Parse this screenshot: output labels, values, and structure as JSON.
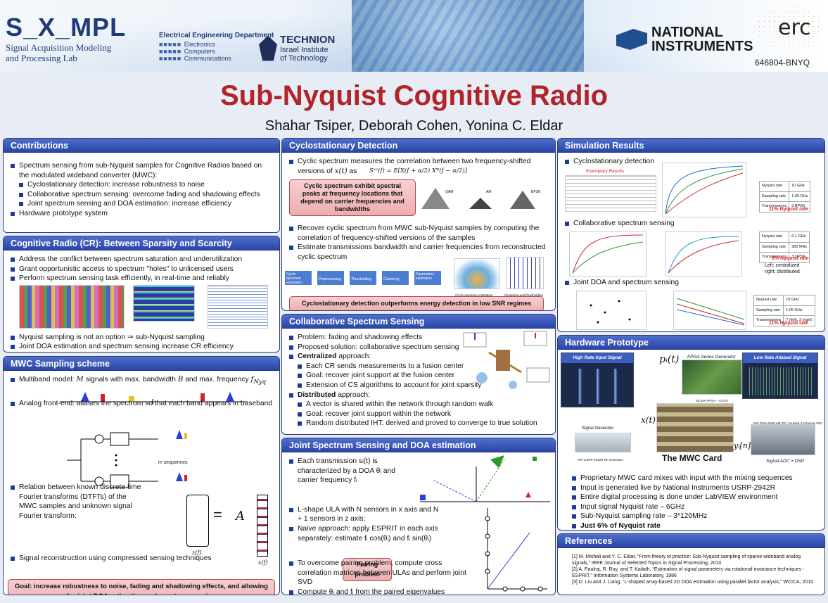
{
  "header": {
    "sampl_logo_main": "S_X_MPL",
    "sampl_logo_sub1": "Signal Acquisition Modeling",
    "sampl_logo_sub2": "and Processing Lab",
    "ee_title": "Electrical Engineering Department",
    "ee_items": [
      "Electronics",
      "Computers",
      "Communications"
    ],
    "technion_name": "TECHNION",
    "technion_sub1": "Israel Institute",
    "technion_sub2": "of Technology",
    "ni_line1": "NATIONAL",
    "ni_line2": "INSTRUMENTS",
    "erc_text": "erc",
    "erc_code": "646804-BNYQ"
  },
  "title": "Sub-Nyquist Cognitive Radio",
  "authors": "Shahar Tsiper, Deborah Cohen, Yonina C. Eldar",
  "contributions": {
    "heading": "Contributions",
    "items": [
      "Spectrum sensing from sub-Nyquist samples for Cognitive Radios based on the modulated wideband converter (MWC):",
      "Hardware prototype system"
    ],
    "subitems": [
      "Cyclostationary detection: increase robustness to noise",
      "Collaborative spectrum sensing: overcome fading and shadowing effects",
      "Joint spectrum sensing and DOA estimation: increase efficiency"
    ]
  },
  "cognitive": {
    "heading": "Cognitive Radio (CR): Between Sparsity and Scarcity",
    "items": [
      "Address the conflict between spectrum saturation and underutilization",
      "Grant opportunistic  access to spectrum \"holes\" to unlicensed users",
      "Perform spectrum sensing task efficiently, in real-time and reliably"
    ],
    "items2": [
      "Nyquist sampling is not an option ⇒ sub-Nyquist sampling",
      "Joint DOA estimation and spectrum sensing increase CR efficiency"
    ]
  },
  "mwc": {
    "heading": "MWC Sampling scheme",
    "item1_pre": "Multiband model: ",
    "item1_m": "M",
    "item1_mid": " signals  with max. bandwidth ",
    "item1_b": "B",
    "item1_post": " and max. frequency ",
    "item1_f": "f",
    "item1_fsub": "Nyq",
    "item2": "Analog front-end: aliases the spectrum so that each band appears in baseband",
    "m_sequences": "m sequences",
    "item3": "Relation between known discrete time Fourier transforms (DTFTs) of the MWC samples and unknown signal Fourier transform:",
    "eq_A": "A",
    "eq_equals": "=",
    "eq_zf": "z(f)",
    "eq_xf": "x(f)",
    "item4": "Signal reconstruction using compressed sensing techniques",
    "goal_label": "Goal:",
    "goal_text": " increase robustness to noise, fading and shadowing effects, and allowing for joint DOA estimation and spectrum sensing"
  },
  "cyclo": {
    "heading": "Cyclostationary Detection",
    "item1_pre": "Cyclic spectrum measures the correlation between two frequency-shifted versions of ",
    "item1_x": "x(t)",
    "item1_post": " as",
    "formula": "Sˣᵃ(f) = E[X(f + α/2) X*(f − α/2)]",
    "box1": "Cyclic spectrum exhibit spectral peaks at frequency locations that depend on carrier frequencies and bandwidths",
    "fig_labels": [
      "QAM",
      "AM",
      "BPSK"
    ],
    "items": [
      "Recover cyclic spectrum from MWC sub-Nyquist samples by computing the correlation of frequency-shifted versions of the samples",
      "Estimate transmissions bandwidth and carrier frequencies from reconstructed cyclic spectrum"
    ],
    "flow": [
      "Cyclic spectrum estimation",
      "Preprocessing",
      "Thresholding",
      "Clustering",
      "Parameters estimation"
    ],
    "cap1": "Cyclic spectrum estimation",
    "cap2": "Clustering and thresholding",
    "box2": "Cyclostationary detection outperforms energy detection in low SNR regimes"
  },
  "collab": {
    "heading": "Collaborative Spectrum Sensing",
    "items": [
      "Problem: fading and shadowing effects",
      "Proposed solution: collaborative spectrum sensing"
    ],
    "central": "Centralized",
    "central_post": " approach:",
    "central_sub": [
      "Each CR sends measurements to a fusion center",
      "Goal: recover joint support at the fusion center",
      "Extension of  CS algorithms to account for joint sparsity"
    ],
    "dist": "Distributed",
    "dist_post": " approach:",
    "dist_sub": [
      "A vector is shared within the network through random walk",
      "Goal: recover joint support within the network",
      "Random distributed IHT: derived and proved to converge to true solution"
    ]
  },
  "joint": {
    "heading": "Joint Spectrum Sensing and DOA estimation",
    "item1": "Each transmission sᵢ(t) is characterized by a DOA θᵢ and carrier frequency fᵢ",
    "item2": "L-shape ULA with N sensors in x axis and N + 1 sensors in z axis:",
    "item3": "Naive approach: apply ESPRIT in each axis separately: estimate fᵢ cos(θᵢ) and fᵢ sin(θᵢ)",
    "pairing": "Pairing problem",
    "item4": "To overcome  pairing problem, compute cross correlation matrices between ULAs and perform joint SVD",
    "item5": "Compute θᵢ and fᵢ from the paired eigenvalues"
  },
  "sim": {
    "heading": "Simulation Results",
    "items": [
      "Cyclostationary detection",
      "Collaborative spectrum sensing",
      "Joint DOA and spectrum sensing"
    ],
    "exemplary": "Exemplary Results",
    "tbl1": [
      [
        "Nyquist rate",
        "10 GHz"
      ],
      [
        "Sampling rate",
        "1.09 GHz"
      ],
      [
        "Transmissions",
        "3 BPSK"
      ]
    ],
    "tbl1_note": "11% Nyquist rate",
    "tbl2": [
      [
        "Nyquist rate",
        "6.1 GHz"
      ],
      [
        "Sampling rate",
        "360 MHz"
      ],
      [
        "Transmissions",
        "3 QPSK"
      ]
    ],
    "tbl2_note": "6% Nyquist rate",
    "tbl2_note2": "Left: centralized",
    "tbl2_note3": "right: distributed",
    "tbl3": [
      [
        "Nyquist rate",
        "10 GHz"
      ],
      [
        "Sampling rate",
        "1.05 GHz"
      ],
      [
        "Transmissions",
        "7 (left), 3 (right)"
      ]
    ],
    "tbl3_note": "11% Nyquist rate"
  },
  "hw": {
    "heading": "Hardware Prototype",
    "lbl_high": "High Rate Input Signal",
    "lbl_fpga": "FPGA Series Generator",
    "lbl_fpga2": "XILINX FPGA – VC707",
    "lbl_low": "Low Rate Aliased Signal",
    "lbl_pi": "pᵢ(t)",
    "lbl_x": "x(t)",
    "lbl_y": "yᵢ[n]",
    "lbl_siggen": "Signal Generator",
    "lbl_usrp": "NI® USRP-2942R RF Generator",
    "lbl_card": "The MWC Card",
    "lbl_adc": "NI® PXIe-5166 with DC Coupled 4-Channel ADC",
    "lbl_adc2": "Signal ADC + DSP",
    "items": [
      "Proprietary MWC card mixes with input with the mixing sequences",
      "Input is generated live by National Instruments USRP-2942R",
      "Entire digital processing is done under LabVIEW environment",
      "Input signal Nyquist rate – 6GHz",
      "Sub-Nyquist sampling rate – 3*120MHz",
      "Just 6% of Nyquist rate"
    ]
  },
  "refs": {
    "heading": "References",
    "items": [
      "[1] M. Mishali and Y. C. Eldar, “From theory to practice: Sub-Nyquist sampling of sparse wideband analog signals,” IEEE Journal of Selected Topics in Signal Processing, 2010",
      "[2] A. Paulraj, R. Roy, and T. Kailath, “Estimation of signal parameters via rotational invariance techniques - ESPRIT,” Information Systems Laboratory, 1986",
      "[3] D. Liu and J. Liang, “L-shaped array-based 2D DOA estimation using parallel factor analysis,” WCICA, 2010"
    ]
  },
  "colors": {
    "title_red": "#b02529",
    "panel_blue": "#2a45a8",
    "bullet_blue": "#1e3a96",
    "box_pink": "#ecaeb0"
  }
}
